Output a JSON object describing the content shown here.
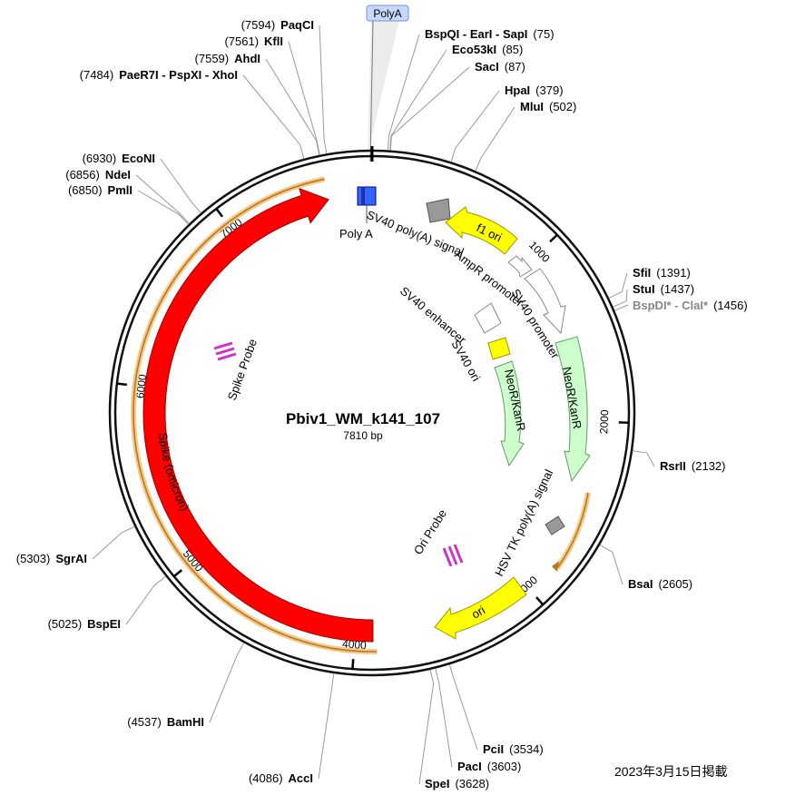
{
  "plasmid": {
    "name": "Pbiv1_WM_k141_107",
    "length_label": "7810 bp",
    "length": 7810
  },
  "date_stamp": "2023年3月15日掲載",
  "polya_flag": "PolyA",
  "ticks": [
    {
      "bp": 1000,
      "label": "1000"
    },
    {
      "bp": 2000,
      "label": "2000"
    },
    {
      "bp": 3000,
      "label": "3000"
    },
    {
      "bp": 4000,
      "label": "4000"
    },
    {
      "bp": 5000,
      "label": "5000"
    },
    {
      "bp": 6000,
      "label": "6000"
    },
    {
      "bp": 7000,
      "label": "7000"
    }
  ],
  "sites": [
    {
      "name": "BspQI - EarI - SapI",
      "pos": "(75)",
      "bp": 75,
      "side": "right",
      "gray": false
    },
    {
      "name": "Eco53kI",
      "pos": "(85)",
      "bp": 85,
      "side": "right",
      "gray": false
    },
    {
      "name": "SacI",
      "pos": "(87)",
      "bp": 87,
      "side": "right",
      "gray": false
    },
    {
      "name": "HpaI",
      "pos": "(379)",
      "bp": 379,
      "side": "right",
      "gray": false
    },
    {
      "name": "MluI",
      "pos": "(502)",
      "bp": 502,
      "side": "right",
      "gray": false
    },
    {
      "name": "SfiI",
      "pos": "(1391)",
      "bp": 1391,
      "side": "right",
      "gray": false
    },
    {
      "name": "StuI",
      "pos": "(1437)",
      "bp": 1437,
      "side": "right",
      "gray": false
    },
    {
      "name": "BspDI* - ClaI*",
      "pos": "(1456)",
      "bp": 1456,
      "side": "right",
      "gray": true
    },
    {
      "name": "RsrII",
      "pos": "(2132)",
      "bp": 2132,
      "side": "right",
      "gray": false
    },
    {
      "name": "BsaI",
      "pos": "(2605)",
      "bp": 2605,
      "side": "right",
      "gray": false
    },
    {
      "name": "PciI",
      "pos": "(3534)",
      "bp": 3534,
      "side": "right",
      "gray": false
    },
    {
      "name": "PacI",
      "pos": "(3603)",
      "bp": 3603,
      "side": "right",
      "gray": false
    },
    {
      "name": "SpeI",
      "pos": "(3628)",
      "bp": 3628,
      "side": "right",
      "gray": false
    },
    {
      "name": "AccI",
      "pos": "(4086)",
      "bp": 4086,
      "side": "left",
      "gray": false
    },
    {
      "name": "BamHI",
      "pos": "(4537)",
      "bp": 4537,
      "side": "left",
      "gray": false
    },
    {
      "name": "BspEI",
      "pos": "(5025)",
      "bp": 5025,
      "side": "left",
      "gray": false
    },
    {
      "name": "SgrAI",
      "pos": "(5303)",
      "bp": 5303,
      "side": "left",
      "gray": false
    },
    {
      "name": "PmlI",
      "pos": "(6850)",
      "bp": 6850,
      "side": "left",
      "gray": false
    },
    {
      "name": "NdeI",
      "pos": "(6856)",
      "bp": 6856,
      "side": "left",
      "gray": false
    },
    {
      "name": "EcoNI",
      "pos": "(6930)",
      "bp": 6930,
      "side": "left",
      "gray": false
    },
    {
      "name": "PaeR7I - PspXI - XhoI",
      "pos": "(7484)",
      "bp": 7484,
      "side": "left",
      "gray": false
    },
    {
      "name": "AhdI",
      "pos": "(7559)",
      "bp": 7559,
      "side": "left",
      "gray": false
    },
    {
      "name": "KflI",
      "pos": "(7561)",
      "bp": 7561,
      "side": "left",
      "gray": false
    },
    {
      "name": "PaqCI",
      "pos": "(7594)",
      "bp": 7594,
      "side": "left",
      "gray": false
    }
  ],
  "features": [
    {
      "label": "Spike (omicron)",
      "type": "CDS",
      "color": "#ff0000",
      "stroke": "#990000",
      "direction": "cw"
    },
    {
      "label": "f1 ori",
      "type": "rep_origin",
      "color": "#ffff00",
      "stroke": "#999900",
      "direction": "ccw"
    },
    {
      "label": "SV40 promoter",
      "type": "promoter",
      "color": "#ffffff",
      "stroke": "#888888",
      "direction": "cw"
    },
    {
      "label": "NeoR/KanR",
      "type": "CDS",
      "color": "#ccffcc",
      "stroke": "#669966",
      "direction": "cw"
    },
    {
      "label": "NeoR/KanR",
      "type": "CDS",
      "color": "#ccffcc",
      "stroke": "#669966",
      "direction": "cw"
    },
    {
      "label": "ori",
      "type": "rep_origin",
      "color": "#ffff00",
      "stroke": "#999900",
      "direction": "ccw"
    },
    {
      "label": "Poly A",
      "type": "polyA",
      "color": "#3366ff",
      "stroke": "#000099",
      "direction": "none"
    },
    {
      "label": "SV40 poly(A) signal",
      "type": "polyA",
      "color": "#999999",
      "stroke": "#555555",
      "direction": "none"
    },
    {
      "label": "AmpR promoter",
      "type": "promoter",
      "color": "#ffffff",
      "stroke": "#888888",
      "direction": "cw"
    },
    {
      "label": "SV40 enhancer",
      "type": "enhancer",
      "color": "#ffffff",
      "stroke": "#888888",
      "direction": "none"
    },
    {
      "label": "SV40 ori",
      "type": "rep_origin",
      "color": "#ffff00",
      "stroke": "#999900",
      "direction": "none"
    },
    {
      "label": "HSV TK poly(A) signal",
      "type": "polyA",
      "color": "#999999",
      "stroke": "#555555",
      "direction": "none"
    },
    {
      "label": "Spike Probe",
      "type": "primer",
      "color": "#cc33cc",
      "stroke": "#660066",
      "direction": "none"
    },
    {
      "label": "Ori Probe",
      "type": "primer",
      "color": "#cc33cc",
      "stroke": "#660066",
      "direction": "none"
    }
  ],
  "highlight_color": "#f5c98a"
}
